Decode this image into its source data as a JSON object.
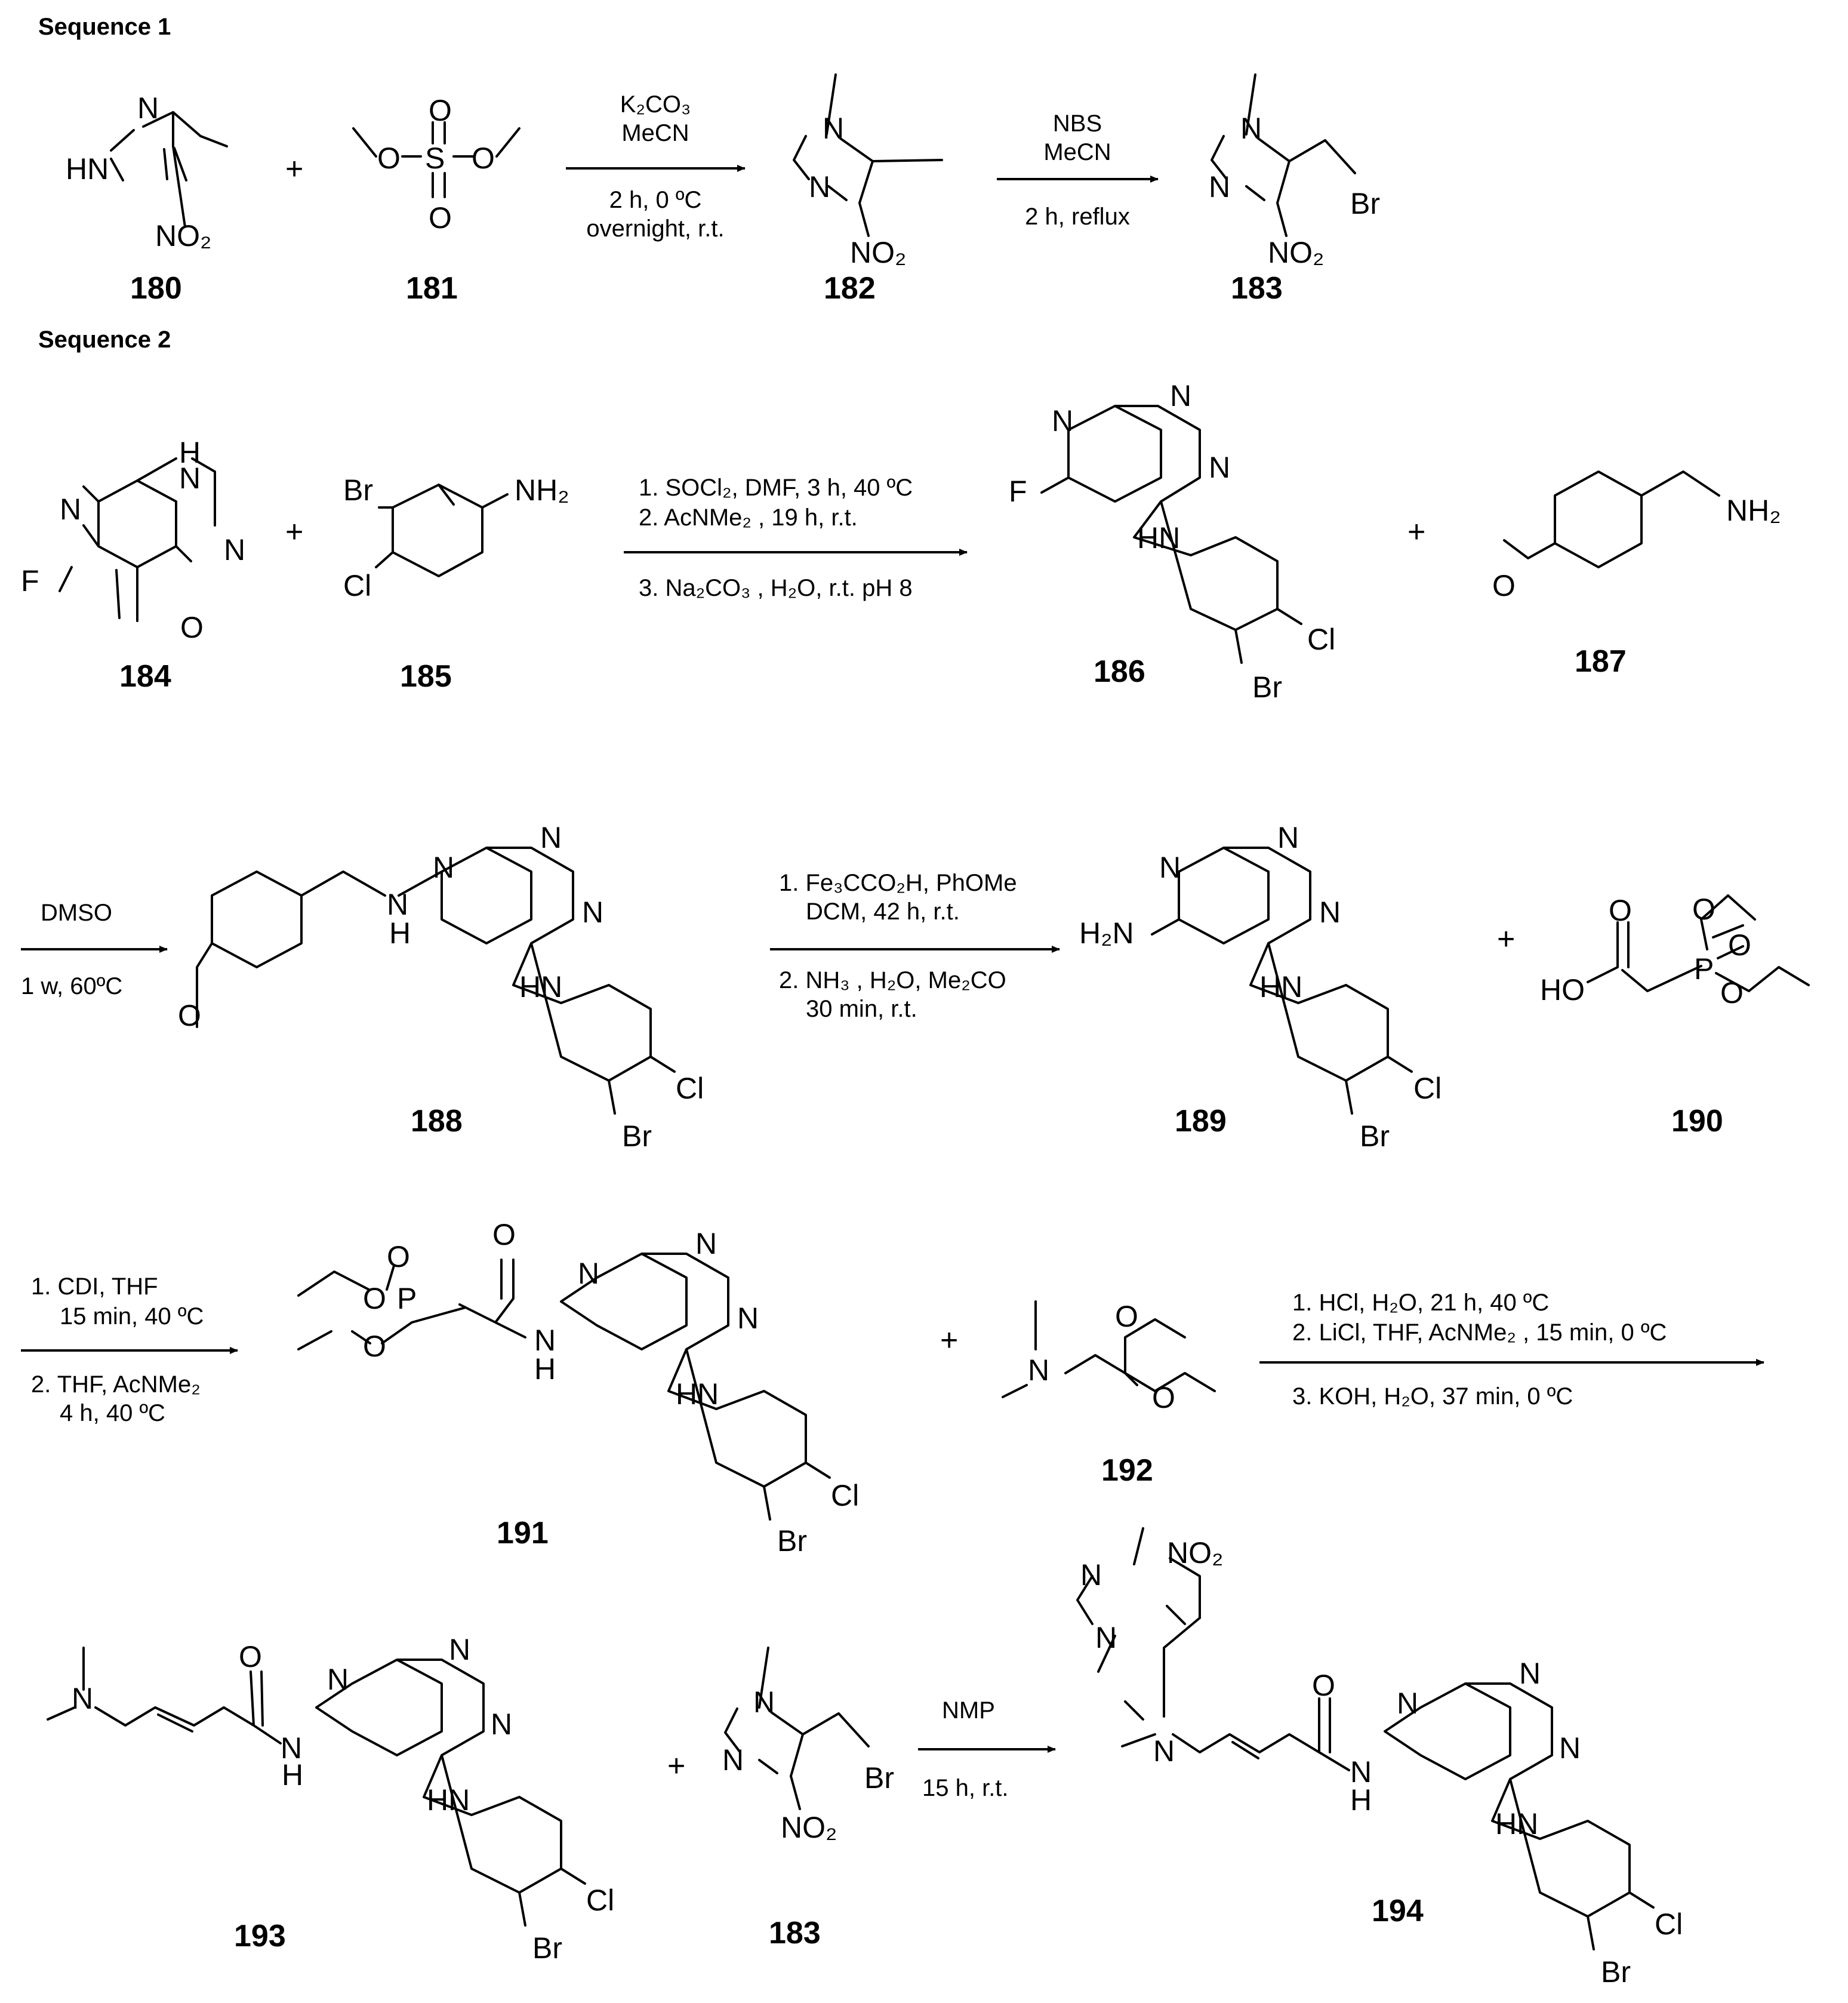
{
  "sequences": [
    {
      "title": "Sequence 1"
    },
    {
      "title": "Sequence 2"
    }
  ],
  "plus_sign": "+",
  "compounds": {
    "c180": {
      "label": "180",
      "atoms": [
        "HN",
        "N",
        "NO₂"
      ]
    },
    "c181": {
      "label": "181",
      "atoms": [
        "O",
        "S",
        "O",
        "O",
        "O"
      ]
    },
    "c182": {
      "label": "182",
      "atoms": [
        "N",
        "N",
        "NO₂"
      ]
    },
    "c183": {
      "label": "183",
      "atoms": [
        "N",
        "N",
        "Br",
        "NO₂"
      ]
    },
    "c184": {
      "label": "184",
      "atoms": [
        "H",
        "N",
        "N",
        "N",
        "F",
        "O"
      ]
    },
    "c185": {
      "label": "185",
      "atoms": [
        "Br",
        "NH₂",
        "Cl"
      ]
    },
    "c186": {
      "label": "186",
      "atoms": [
        "N",
        "N",
        "N",
        "F",
        "HN",
        "Cl",
        "Br"
      ]
    },
    "c187": {
      "label": "187",
      "atoms": [
        "NH₂",
        "O"
      ]
    },
    "c188": {
      "label": "188",
      "atoms": [
        "N",
        "N",
        "N",
        "N",
        "H",
        "HN",
        "O",
        "Cl",
        "Br"
      ]
    },
    "c189": {
      "label": "189",
      "atoms": [
        "N",
        "N",
        "N",
        "H₂N",
        "HN",
        "Cl",
        "Br"
      ]
    },
    "c190": {
      "label": "190",
      "atoms": [
        "O",
        "O",
        "O",
        "P",
        "HO",
        "O"
      ]
    },
    "c191": {
      "label": "191",
      "atoms": [
        "O",
        "O",
        "P",
        "O",
        "O",
        "N",
        "N",
        "N",
        "N",
        "H",
        "HN",
        "Cl",
        "Br"
      ]
    },
    "c192": {
      "label": "192",
      "atoms": [
        "N",
        "O",
        "O"
      ]
    },
    "c193": {
      "label": "193",
      "atoms": [
        "N",
        "O",
        "N",
        "N",
        "N",
        "N",
        "H",
        "HN",
        "Cl",
        "Br"
      ]
    },
    "c183b": {
      "label": "183",
      "atoms": [
        "N",
        "N",
        "Br",
        "NO₂"
      ]
    },
    "c194": {
      "label": "194",
      "atoms": [
        "NO₂",
        "N",
        "N",
        "N",
        "O",
        "N",
        "N",
        "N",
        "N",
        "H",
        "HN",
        "Cl",
        "Br"
      ]
    }
  },
  "reactions": {
    "r1": {
      "above": [
        "K₂CO₃",
        "MeCN"
      ],
      "below": [
        "2 h, 0 ºC",
        "overnight, r.t."
      ]
    },
    "r2": {
      "above": [
        "NBS",
        "MeCN"
      ],
      "below": [
        "2 h, reflux"
      ]
    },
    "r3": {
      "above": [
        "1. SOCl₂, DMF, 3 h, 40 ºC",
        "2. AcNMe₂ , 19 h, r.t."
      ],
      "below": [
        "3. Na₂CO₃ , H₂O, r.t. pH 8"
      ]
    },
    "r4": {
      "above": [
        "DMSO"
      ],
      "below": [
        "1 w,  60ºC"
      ]
    },
    "r5": {
      "above": [
        "1. Fe₃CCO₂H, PhOMe",
        "DCM, 42 h, r.t."
      ],
      "below": [
        "2. NH₃ , H₂O, Me₂CO",
        "30 min, r.t."
      ]
    },
    "r6": {
      "above": [
        "1. CDI, THF",
        "15 min, 40 ºC"
      ],
      "below": [
        "2. THF, AcNMe₂",
        "4 h, 40 ºC"
      ]
    },
    "r7": {
      "above": [
        "1. HCl, H₂O, 21 h, 40 ºC",
        "2. LiCl, THF, AcNMe₂ , 15 min, 0 ºC"
      ],
      "below": [
        "3. KOH, H₂O, 37 min, 0 ºC"
      ]
    },
    "r8": {
      "above": [
        "NMP"
      ],
      "below": [
        "15 h, r.t."
      ]
    }
  }
}
